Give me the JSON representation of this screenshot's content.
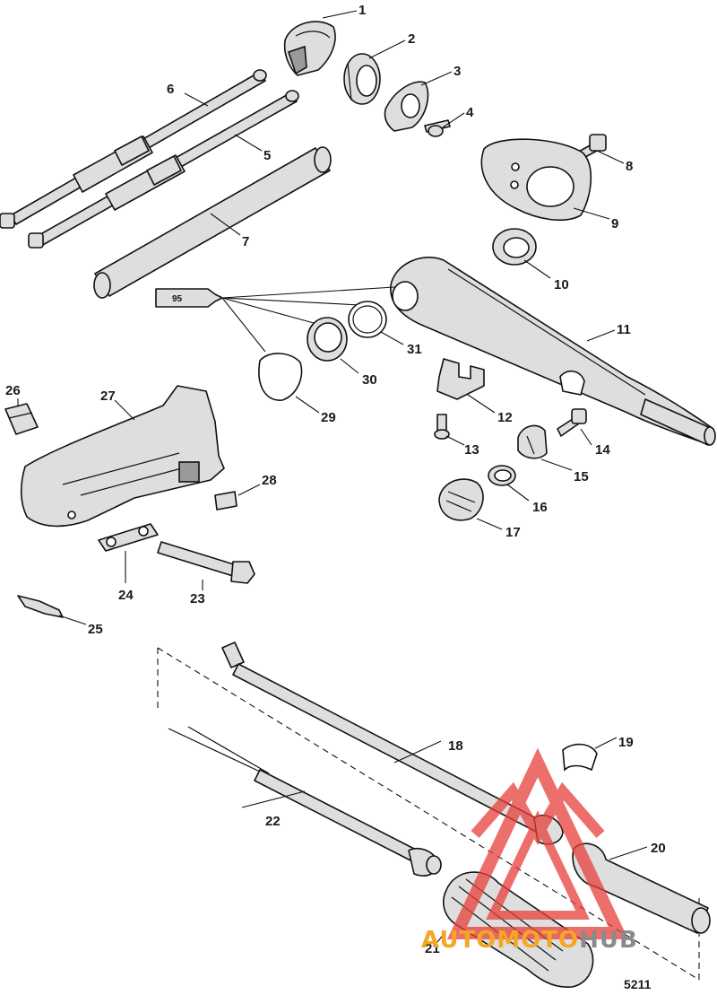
{
  "figure": {
    "number": "5211",
    "sealant_tube_code": "95"
  },
  "parts": [
    {
      "ref": "1",
      "label": "1"
    },
    {
      "ref": "2",
      "label": "2"
    },
    {
      "ref": "3",
      "label": "3"
    },
    {
      "ref": "4",
      "label": "4"
    },
    {
      "ref": "5",
      "label": "5"
    },
    {
      "ref": "6",
      "label": "6"
    },
    {
      "ref": "7",
      "label": "7"
    },
    {
      "ref": "8",
      "label": "8"
    },
    {
      "ref": "9",
      "label": "9"
    },
    {
      "ref": "10",
      "label": "10"
    },
    {
      "ref": "11",
      "label": "11"
    },
    {
      "ref": "12",
      "label": "12"
    },
    {
      "ref": "13",
      "label": "13"
    },
    {
      "ref": "14",
      "label": "14"
    },
    {
      "ref": "15",
      "label": "15"
    },
    {
      "ref": "16",
      "label": "16"
    },
    {
      "ref": "17",
      "label": "17"
    },
    {
      "ref": "18",
      "label": "18"
    },
    {
      "ref": "19",
      "label": "19"
    },
    {
      "ref": "20",
      "label": "20"
    },
    {
      "ref": "21",
      "label": "21"
    },
    {
      "ref": "22",
      "label": "22"
    },
    {
      "ref": "23",
      "label": "23"
    },
    {
      "ref": "24",
      "label": "24"
    },
    {
      "ref": "25",
      "label": "25"
    },
    {
      "ref": "26",
      "label": "26"
    },
    {
      "ref": "27",
      "label": "27"
    },
    {
      "ref": "28",
      "label": "28"
    },
    {
      "ref": "29",
      "label": "29"
    },
    {
      "ref": "30",
      "label": "30"
    },
    {
      "ref": "31",
      "label": "31"
    }
  ],
  "watermark": {
    "text_part1": "AUTOMOTO",
    "text_part2": "HUB",
    "color_red": "#e8403a",
    "color_orange": "#f5a623",
    "color_grey": "#8a8a8a"
  }
}
